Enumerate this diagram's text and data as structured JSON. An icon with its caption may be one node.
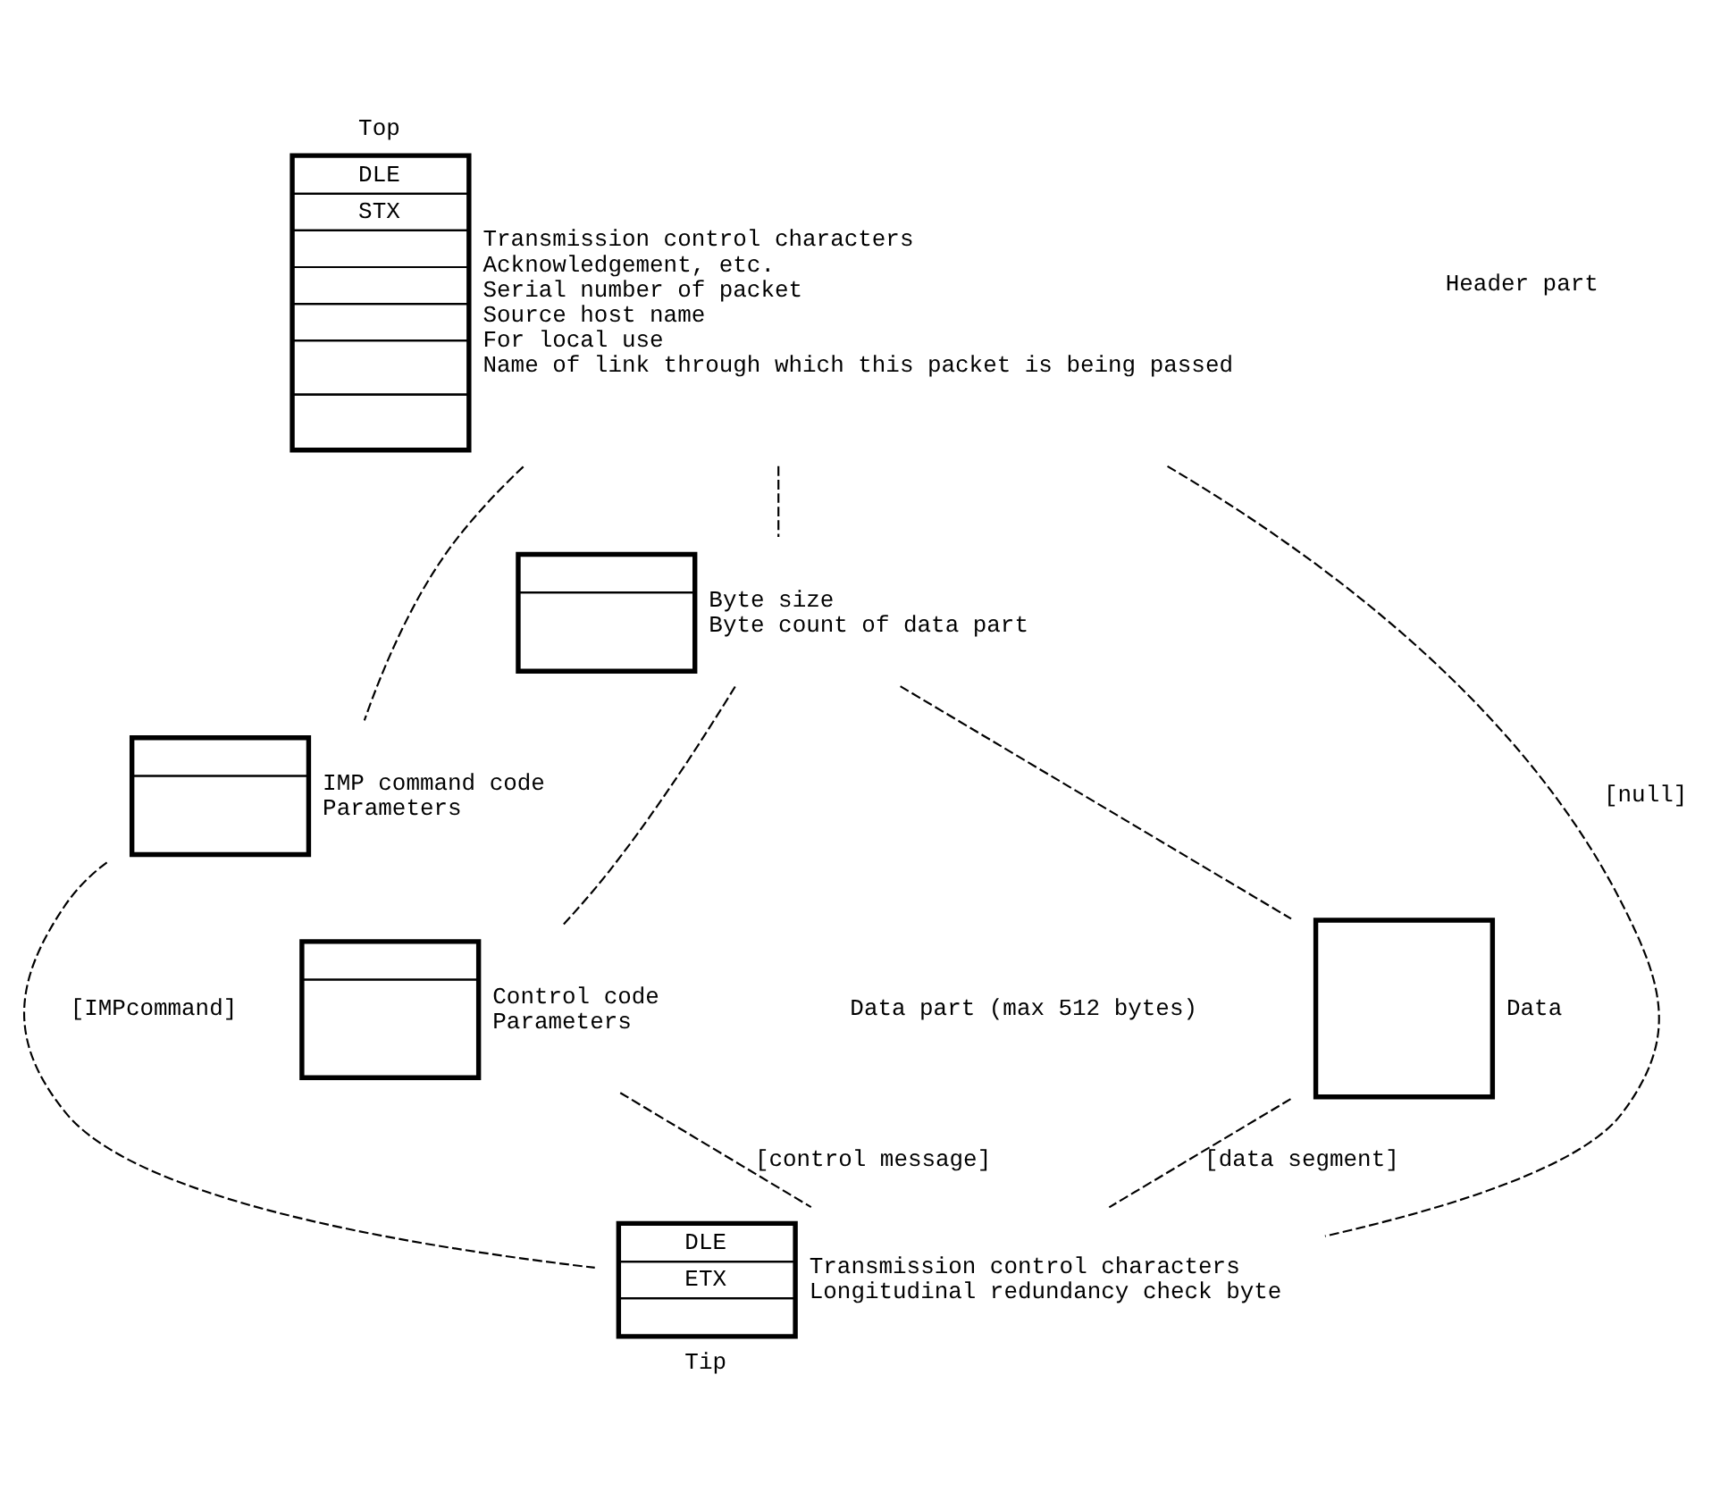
{
  "diagram": {
    "nodes": [
      {
        "text": [
          "Top",
          "DLE",
          "STX"
        ],
        "beside": [
          "Transmission control characters",
          "Acknowledgement, etc.",
          "Serial number of packet",
          "Source host name",
          "For local use",
          "Name of link through which this packet is being passed"
        ]
      },
      {
        "text": [],
        "shape": "box",
        "beside": [
          "IMP command code",
          "Parameters"
        ]
      },
      {
        "text": [],
        "shape": "box",
        "beside": [
          "Byte size",
          "Byte count of data part"
        ]
      },
      {
        "text": [],
        "shape": "box",
        "beside": [
          "Control code",
          "Parameters"
        ]
      },
      {
        "text": [],
        "shape": "box",
        "beside": [
          "Data"
        ]
      },
      {
        "text": [
          "DLE",
          "ETX",
          "Tip"
        ],
        "beside": [
          "Transmission control characters",
          "Longitudinal redundancy check byte"
        ]
      }
    ],
    "edges": [
      {
        "from": 0,
        "to": 1,
        "arrow": "none",
        "style": "dashed"
      },
      {
        "from": 0,
        "to": 2,
        "arrow": "none",
        "style": "dashed"
      },
      {
        "from": 0,
        "to": 5,
        "arrow": "none",
        "style": "dashed",
        "label": "[null]"
      },
      {
        "from": 1,
        "to": 5,
        "arrow": "none",
        "style": "dashed",
        "label": "[IMPcommand]"
      },
      {
        "from": 2,
        "to": 3,
        "arrow": "none",
        "style": "dashed"
      },
      {
        "from": 2,
        "to": 4,
        "arrow": "none",
        "style": "dashed"
      },
      {
        "from": 3,
        "to": 5,
        "arrow": "none",
        "style": "dashed",
        "label": "[control message]"
      },
      {
        "from": 4,
        "to": 5,
        "arrow": "none",
        "style": "dashed",
        "label": "[data segment]"
      }
    ],
    "labels": [
      "Header part",
      "Data part (max 512 bytes)"
    ]
  }
}
